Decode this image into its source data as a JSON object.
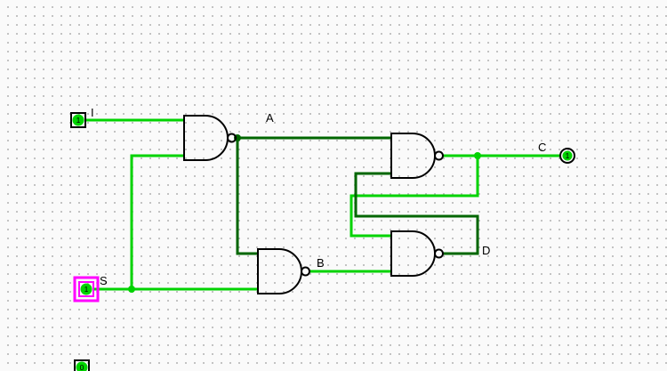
{
  "colors": {
    "wire_high": "#00d300",
    "wire_low": "#006600",
    "selection": "#ff00ff",
    "outline": "#000000",
    "canvas_bg": "#fafafa",
    "grid_dot": "#b5b5b5"
  },
  "pins": {
    "input_i": {
      "label": "I",
      "value": "1"
    },
    "input_s": {
      "label": "S",
      "value": "1",
      "selected": true
    },
    "output_c": {
      "label": "C",
      "value": "1"
    },
    "partial_bottom": {
      "value": "0"
    }
  },
  "wire_labels": {
    "a": "A",
    "b": "B",
    "d": "D"
  },
  "gates": [
    {
      "id": "nand-1",
      "type": "NAND"
    },
    {
      "id": "nand-2",
      "type": "NAND"
    },
    {
      "id": "nand-3",
      "type": "NAND"
    },
    {
      "id": "nand-4",
      "type": "NAND"
    }
  ]
}
